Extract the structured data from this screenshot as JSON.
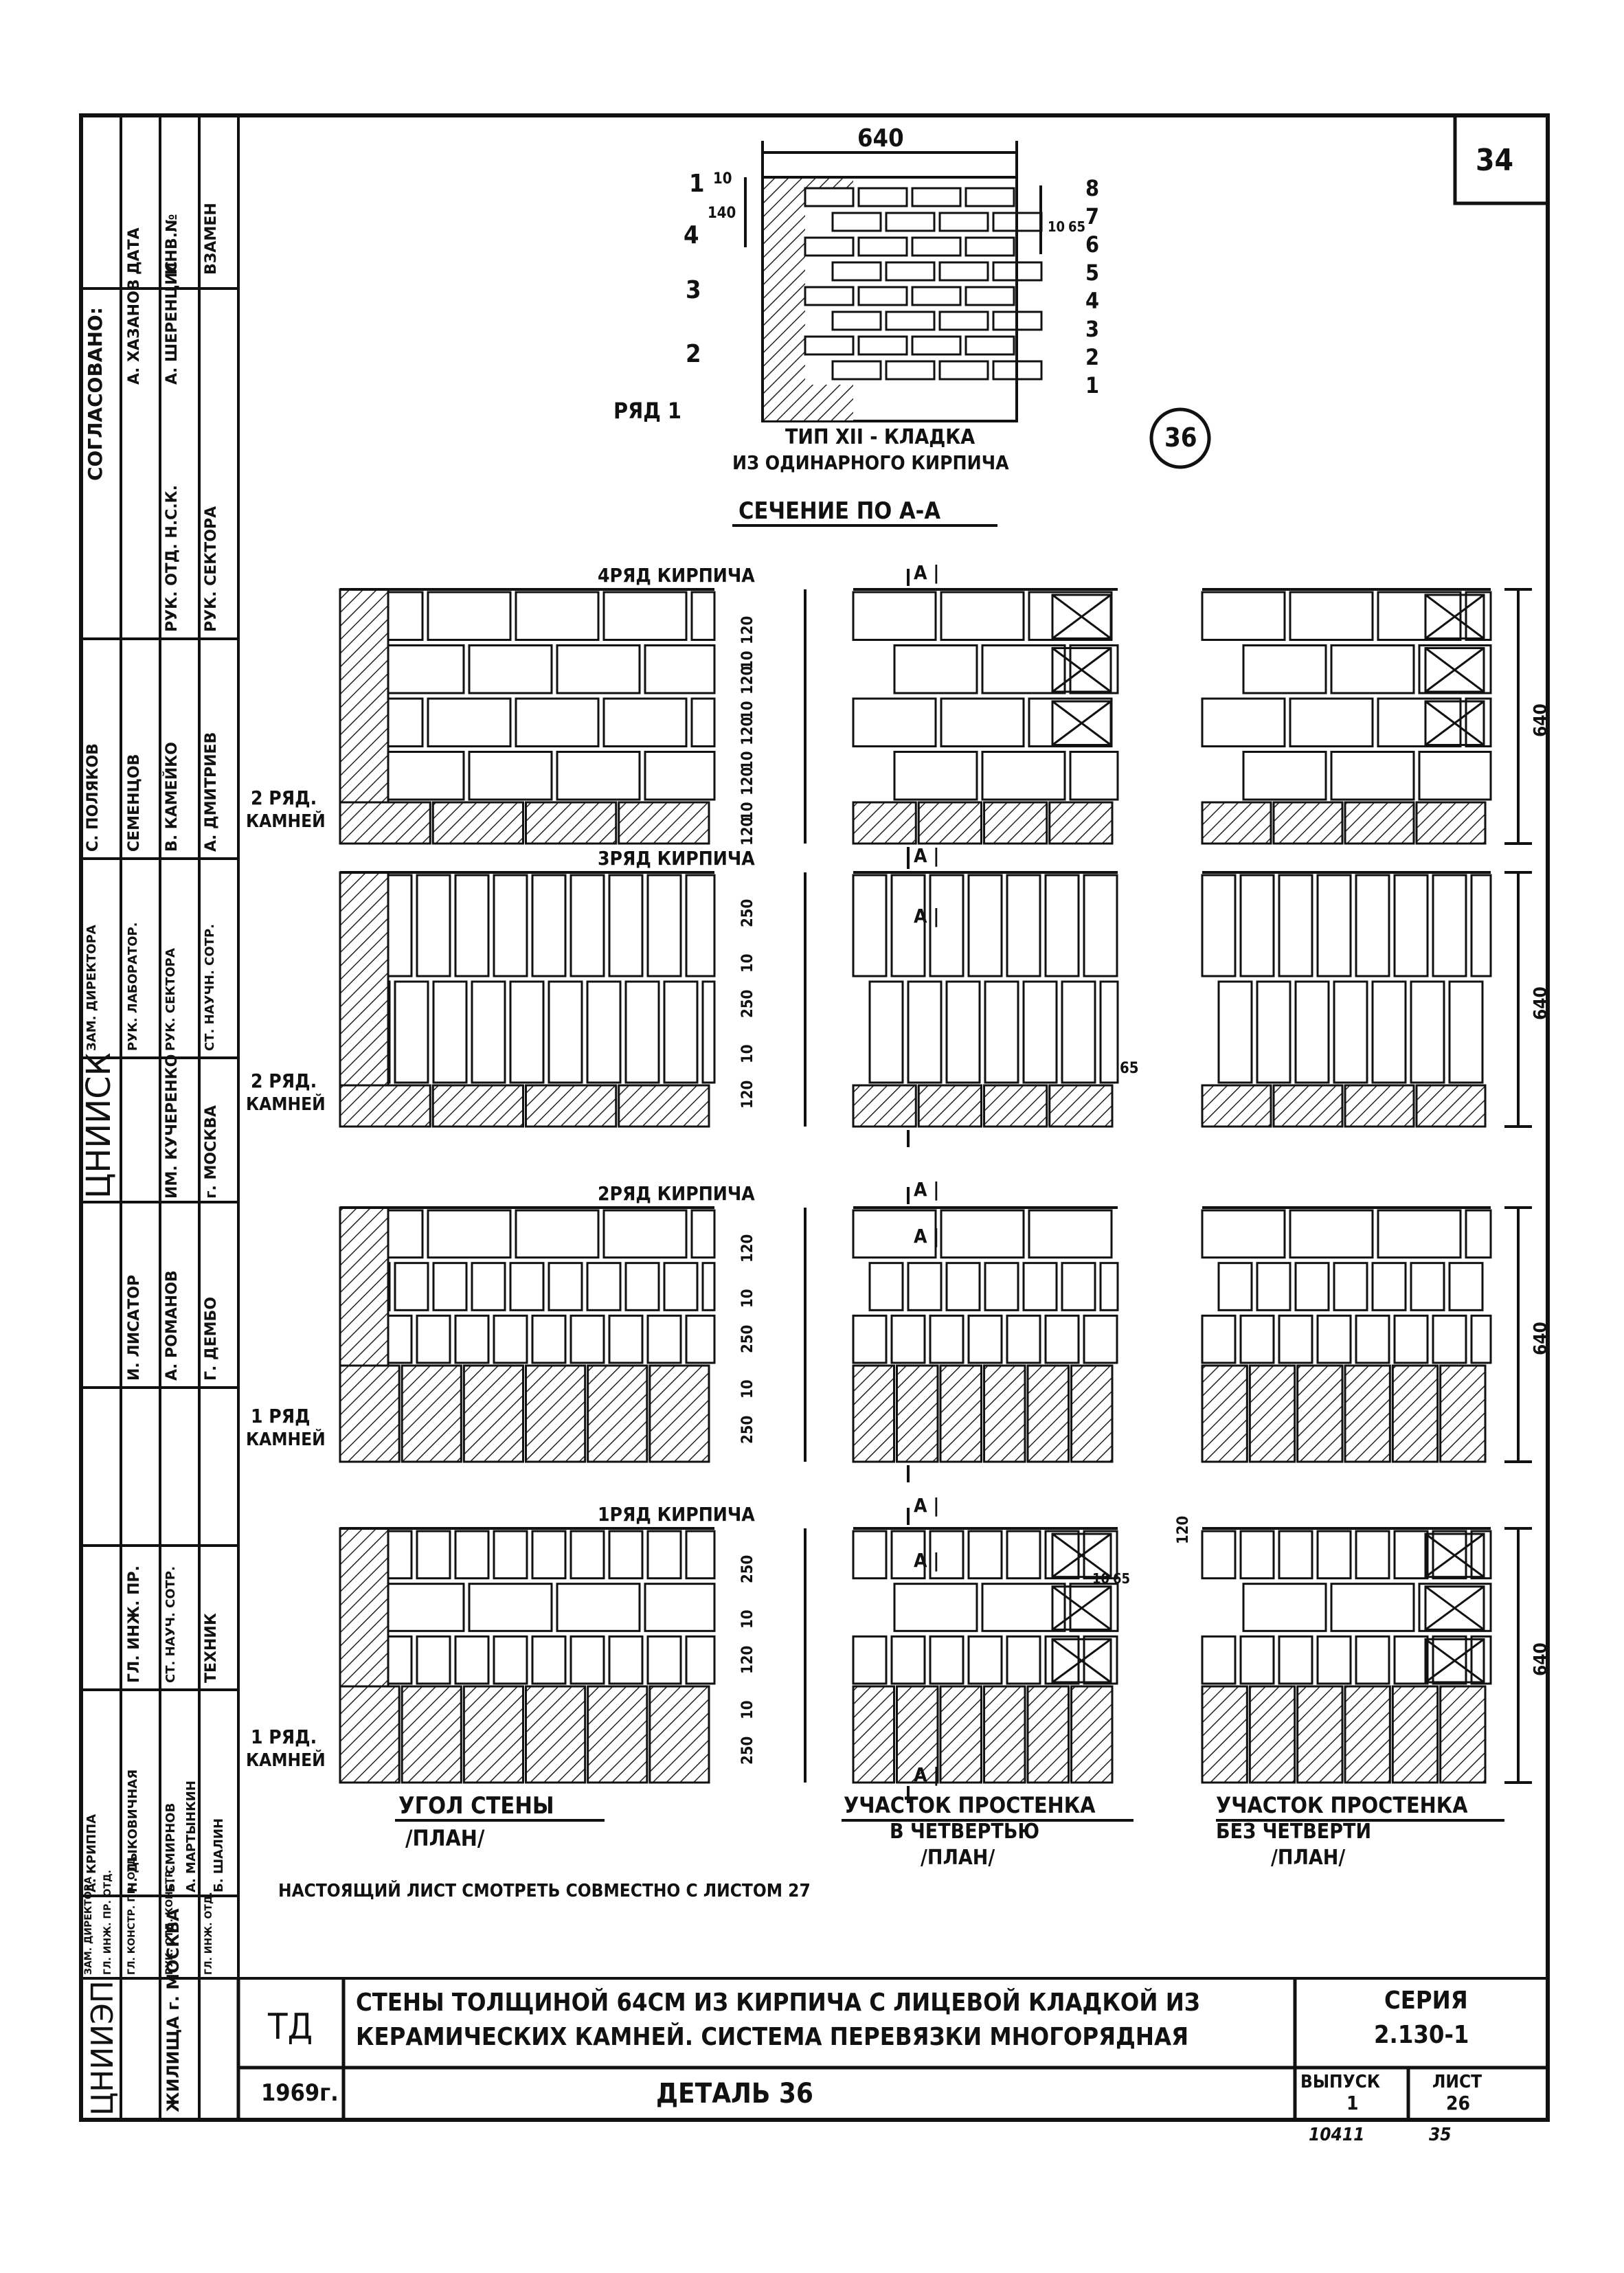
{
  "sheet_number_top": "34",
  "section": {
    "dimension_width": "640",
    "left_row_numbers": [
      "1",
      "4",
      "3",
      "2"
    ],
    "left_dims": [
      "10",
      "140"
    ],
    "row_label": "РЯД 1",
    "right_row_numbers": [
      "8",
      "7",
      "6",
      "5",
      "4",
      "3",
      "2",
      "1"
    ],
    "right_dims": [
      "10",
      "65"
    ],
    "title_line1": "ТИП XII - КЛАДКА",
    "title_line2": "ИЗ ОДИНАРНОГО КИРПИЧА",
    "caption": "СЕЧЕНИЕ ПО А-А",
    "detail_mark": "36"
  },
  "rows": [
    {
      "brick_label": "4РЯД КИРПИЧА",
      "stone_label": "2 РЯД. КАМНЕЙ",
      "dims": [
        "120",
        "10",
        "120",
        "10",
        "120",
        "10",
        "120",
        "10",
        "120"
      ],
      "right_dim": "640"
    },
    {
      "brick_label": "3РЯД КИРПИЧА",
      "stone_label": "2 РЯД. КАМНЕЙ",
      "dims": [
        "250",
        "10",
        "250",
        "10",
        "120"
      ],
      "right_dim": "640",
      "extra_dim": "65"
    },
    {
      "brick_label": "2РЯД КИРПИЧА",
      "stone_label": "1 РЯД КАМНЕЙ",
      "dims": [
        "120",
        "10",
        "250",
        "10",
        "250"
      ],
      "right_dim": "640",
      "extra_dims": [
        "120",
        "10",
        "65"
      ]
    },
    {
      "brick_label": "1РЯД КИРПИЧА",
      "stone_label": "1 РЯД. КАМНЕЙ",
      "dims": [
        "250",
        "10",
        "120",
        "10",
        "250"
      ],
      "right_dim": "640"
    }
  ],
  "section_marks": [
    "А",
    "А",
    "А",
    "А",
    "А",
    "А",
    "А",
    "А"
  ],
  "captions": {
    "corner_title": "УГОЛ СТЕНЫ",
    "corner_sub": "/ПЛАН/",
    "pier_q_title": "УЧАСТОК ПРОСТЕНКА",
    "pier_q_line2": "В ЧЕТВЕРТЬЮ",
    "pier_q_sub": "/ПЛАН/",
    "pier_nq_title": "УЧАСТОК ПРОСТЕНКА",
    "pier_nq_line2": "БЕЗ ЧЕТВЕРТИ",
    "pier_nq_sub": "/ПЛАН/"
  },
  "note": "НАСТОЯЩИЙ ЛИСТ СМОТРЕТЬ СОВМЕСТНО С ЛИСТОМ 27",
  "title_block": {
    "org_logo": "ЦНИИЭП",
    "org_city": "ЖИЛИЩА г. МОСКВА",
    "mark": "ТД",
    "year": "1969г.",
    "title_line1": "СТЕНЫ ТОЛЩИНОЙ 64СМ ИЗ КИРПИЧА С ЛИЦЕВОЙ КЛАДКОЙ ИЗ",
    "title_line2": "КЕРАМИЧЕСКИХ КАМНЕЙ. СИСТЕМА ПЕРЕВЯЗКИ МНОГОРЯДНАЯ",
    "series_label": "СЕРИЯ",
    "series_value": "2.130-1",
    "detail": "ДЕТАЛЬ 36",
    "issue_label": "ВЫПУСК",
    "issue_value": "1",
    "sheet_label": "ЛИСТ",
    "sheet_value": "26",
    "archive_number": "10411",
    "bottom_page": "35"
  },
  "side_stamp": {
    "col1": [
      "ДАТА",
      "ИНВ.№",
      "ВЗАМЕН"
    ],
    "agreed": "СОГЛАСОВАНО:",
    "agreed_names": [
      "А. ХАЗАНОВ",
      "А. ШЕРЕНЦИС"
    ],
    "roles1": [
      "РУК. ОТД. Н.С.К.",
      "РУК. СЕКТОРА"
    ],
    "names1": [
      "С. ПОЛЯКОВ",
      "СЕМЕНЦОВ",
      "В. КАМЕЙКО",
      "А. ДМИТРИЕВ"
    ],
    "roles2": [
      "ЗАМ. ДИРЕКТОРА",
      "РУК. ЛАБОРАТОР.",
      "РУК. СЕКТОРА",
      "СТ. НАУЧН. СОТР."
    ],
    "inst": "ЦНИИСК",
    "inst_sub": "ИМ. КУЧЕРЕНКО",
    "inst_city": "г. МОСКВА",
    "roles3": [
      "И. ЛИСАТОР",
      "А. РОМАНОВ",
      "Г. ДЕМБО"
    ],
    "roles4": [
      "ГЛ. ИНЖ. ПР.",
      "СТ. НАУЧ. СОТР.",
      "ТЕХНИК"
    ],
    "names4": [
      "А. КРИППА",
      "Н. ДЫКОВИЧНАЯ",
      "Б. СМИРНОВ",
      "А. МАРТЫНКИН",
      "Б. ШАЛИН"
    ],
    "roles5": [
      "ЗАМ. ДИРЕКТОРА",
      "ГЛ. ИНЖ. ПР. ОТД.",
      "ГЛ. КОНСТР. ПР. ОТД.",
      "РУК. ОТД. КОНСТР.",
      "ГЛ. ИНЖ. ОТД."
    ]
  }
}
